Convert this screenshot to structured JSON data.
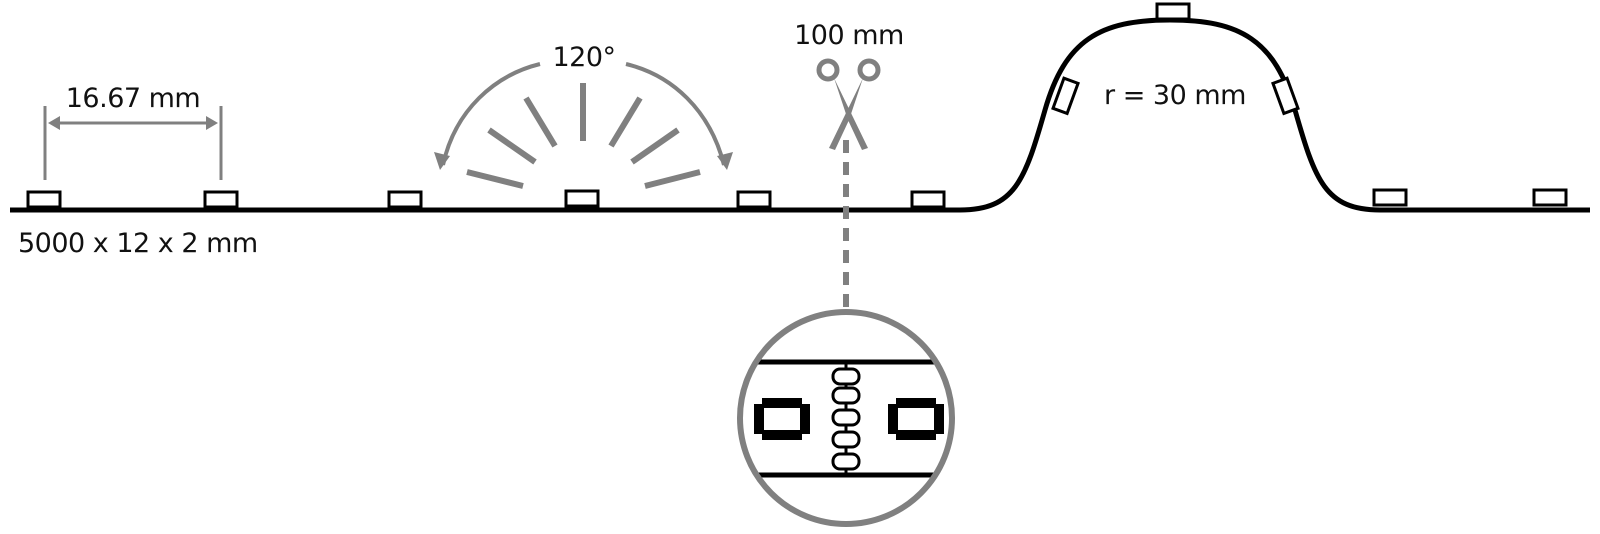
{
  "labels": {
    "led_pitch": "16.67 mm",
    "dimensions": "5000 x 12 x 2 mm",
    "beam_angle": "120°",
    "cut_interval": "100 mm",
    "bend_radius": "r = 30 mm"
  },
  "colors": {
    "strip": "#000000",
    "annotation": "#808080",
    "text": "#111111",
    "background": "#ffffff"
  },
  "icons": {
    "cut": "scissors-icon"
  }
}
